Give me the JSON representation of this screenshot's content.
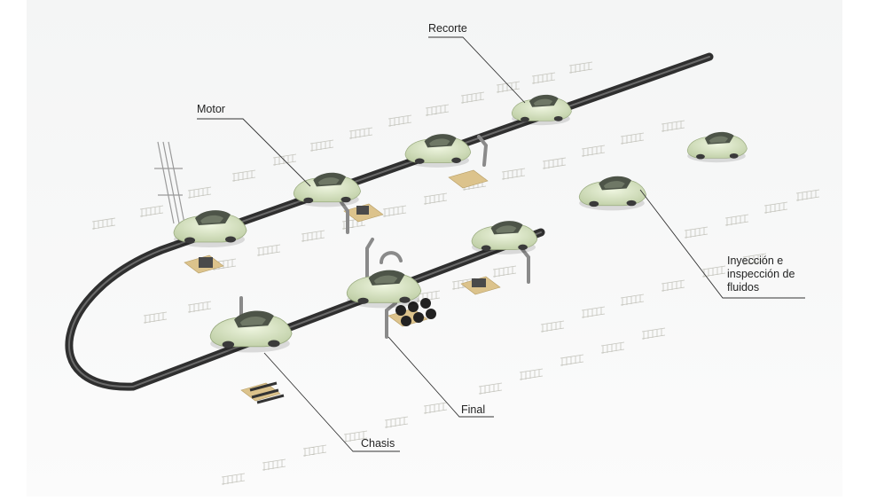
{
  "stations": {
    "recorte": "Recorte",
    "motor": "Motor",
    "inyeccion": "Inyección e\ninspección de\nfluidos",
    "final": "Final",
    "chasis": "Chasis"
  },
  "colors": {
    "car_body": "#d8e6bf",
    "car_shadow": "#a9b88f",
    "track": "#3a3a3a",
    "pallet": "#d9c08a",
    "robot": "#8a8a8a",
    "leader_line": "#333333"
  }
}
